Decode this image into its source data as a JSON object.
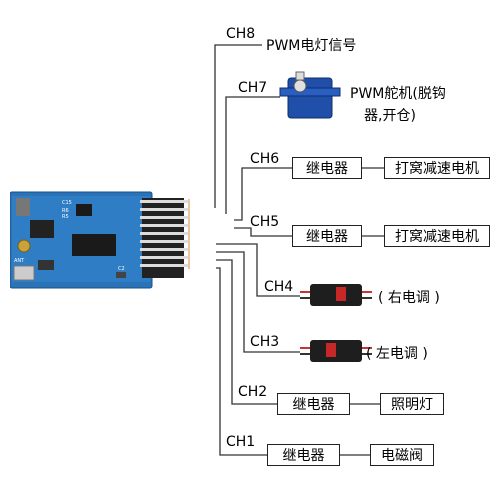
{
  "channels": {
    "ch8": {
      "label": "CH8",
      "desc": "PWM电灯信号"
    },
    "ch7": {
      "label": "CH7",
      "desc_line1": "PWM舵机(脱钩",
      "desc_line2": "器,开仓)"
    },
    "ch6": {
      "label": "CH6",
      "box1": "继电器",
      "box2": "打窝减速电机"
    },
    "ch5": {
      "label": "CH5",
      "box1": "继电器",
      "box2": "打窝减速电机"
    },
    "ch4": {
      "label": "CH4",
      "desc": "( 右电调 )"
    },
    "ch3": {
      "label": "CH3",
      "desc": "( 左电调 )"
    },
    "ch2": {
      "label": "CH2",
      "box1": "继电器",
      "box2": "照明灯"
    },
    "ch1": {
      "label": "CH1",
      "box1": "继电器",
      "box2": "电磁阀"
    }
  },
  "board": {
    "silk_c15": "C15",
    "silk_r6": "R6",
    "silk_r5": "R5",
    "silk_ant": "ANT",
    "silk_c2": "C2"
  },
  "colors": {
    "pcb": "#2a73b8",
    "wire": "#333333",
    "servo": "#1f4fa8",
    "esc": "#222222"
  }
}
